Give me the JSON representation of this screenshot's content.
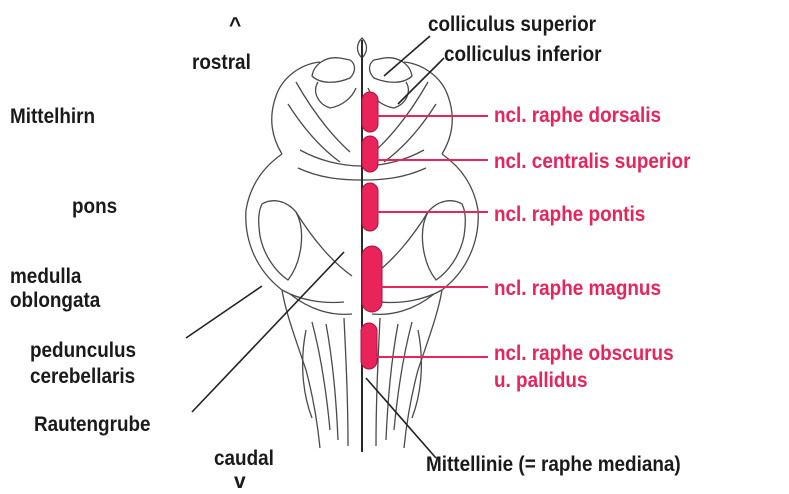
{
  "orientation": {
    "rostral": "rostral",
    "caudal": "caudal",
    "up_arrow": "^",
    "down_arrow": "v"
  },
  "left_labels": {
    "mittelhirn": "Mittelhirn",
    "pons": "pons",
    "medulla_line1": "medulla",
    "medulla_line2": "oblongata",
    "pedunculus_line1": "pedunculus",
    "pedunculus_line2": "cerebellaris",
    "rautengrube": "Rautengrube"
  },
  "top_labels": {
    "colliculus_superior": "colliculus superior",
    "colliculus_inferior": "colliculus inferior"
  },
  "nuclei": {
    "raphe_dorsalis": "ncl. raphe dorsalis",
    "centralis_superior": "ncl. centralis superior",
    "raphe_pontis": "ncl. raphe pontis",
    "raphe_magnus": "ncl. raphe magnus",
    "raphe_obscurus_line1": "ncl. raphe obscurus",
    "raphe_obscurus_line2": "u. pallidus"
  },
  "bottom_label": {
    "mittellinie": "Mittellinie (= raphe mediana)"
  },
  "colors": {
    "nucleus_fill": "#e8245a",
    "nucleus_label": "#e8245a",
    "outline": "#4a4a4a",
    "text": "#1a1a1a"
  }
}
